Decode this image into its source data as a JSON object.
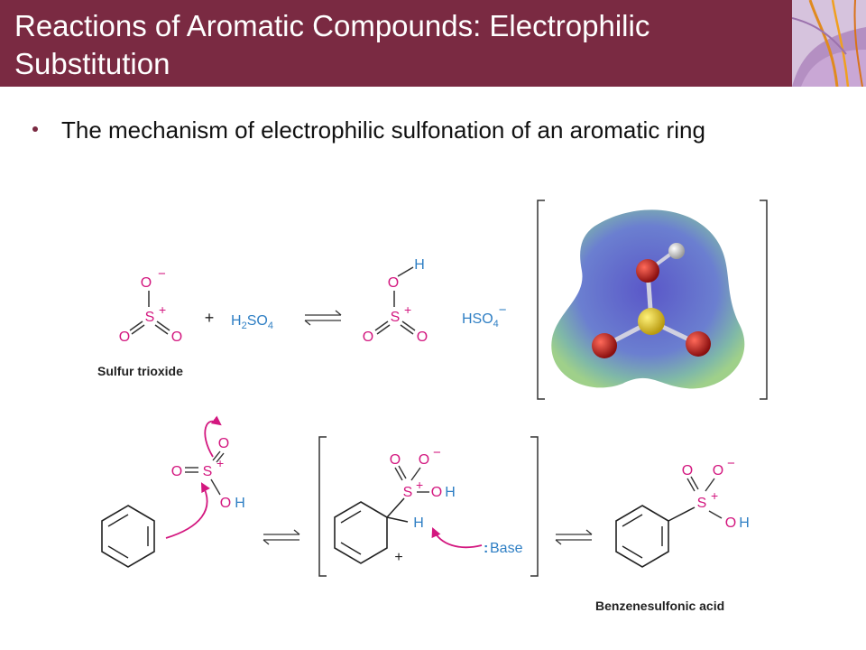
{
  "slide": {
    "title": "Reactions of Aromatic Compounds: Electrophilic Substitution",
    "bullet": "The mechanism of electrophilic sulfonation of an aromatic ring"
  },
  "colors": {
    "title_bg": "#7a2a42",
    "magenta": "#d3177f",
    "blue": "#2f7fc4",
    "text": "#111111"
  },
  "icons": [
    "flower-corner-image",
    "electrostatic-potential-map"
  ],
  "step1": {
    "so3": {
      "top_o": "O",
      "top_charge": "−",
      "s": "S",
      "s_charge": "+",
      "left_o": "O",
      "right_o": "O"
    },
    "plus": "+",
    "acid": {
      "h": "H",
      "h_sub": "2",
      "so": "SO",
      "so_sub": "4"
    },
    "product": {
      "h": "H",
      "top_o": "O",
      "s": "S",
      "s_charge": "+",
      "left_o": "O",
      "right_o": "O"
    },
    "counter_ion": {
      "text": "HSO",
      "sub": "4",
      "charge": "−"
    },
    "so3_caption": "Sulfur trioxide"
  },
  "step2": {
    "electrophile": {
      "top_o": "O",
      "left_o": "O",
      "s": "S",
      "s_charge": "+",
      "oh_o": "O",
      "oh_h": "H"
    },
    "intermediate": {
      "o1": "O",
      "o2": "O",
      "o2_charge": "−",
      "s": "S",
      "s_charge": "+",
      "oh_o": "O",
      "oh_h": "H",
      "h": "H",
      "ring_charge": "+"
    },
    "base": {
      "dots": ":",
      "label": "Base"
    },
    "final": {
      "o1": "O",
      "o2": "O",
      "o2_charge": "−",
      "s": "S",
      "s_charge": "+",
      "oh_o": "O",
      "oh_h": "H"
    },
    "final_caption": "Benzenesulfonic acid"
  }
}
